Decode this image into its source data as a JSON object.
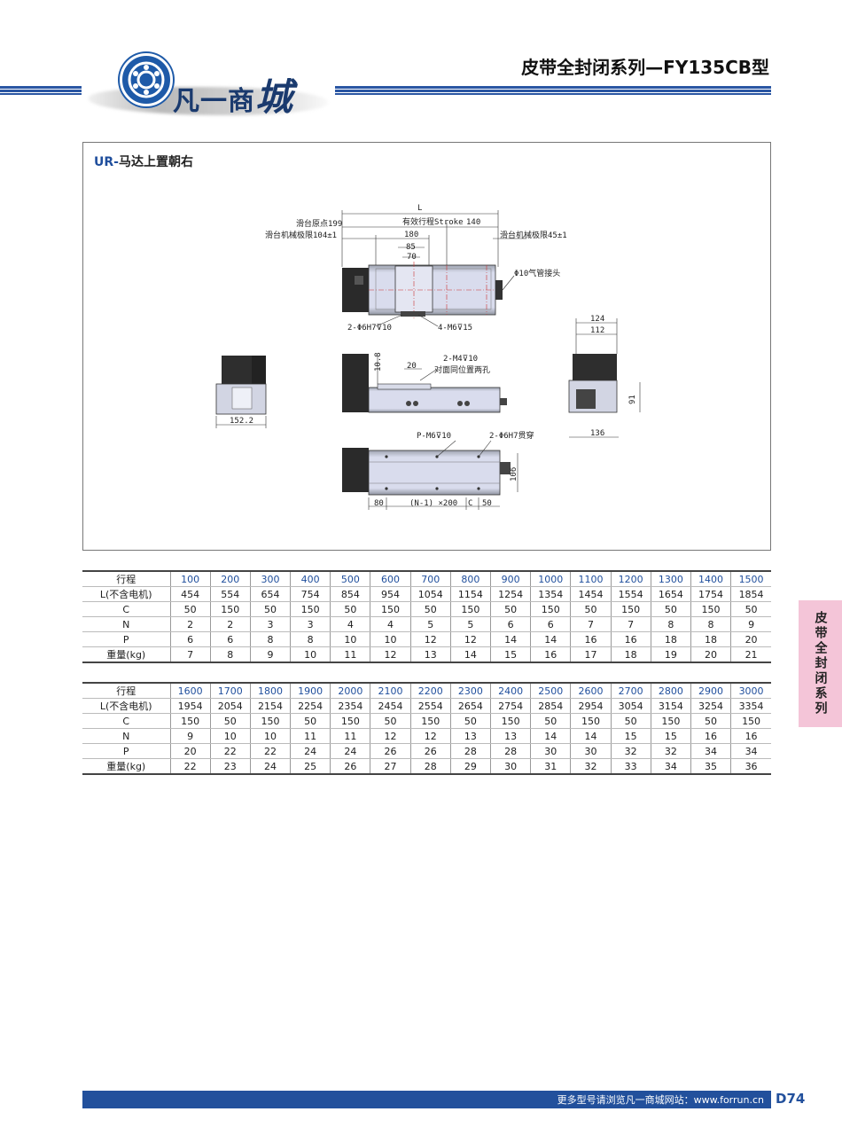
{
  "header": {
    "logo_text_small": "凡一商",
    "logo_text_big": "城",
    "title": "皮带全封闭系列—FY135CB型"
  },
  "panel": {
    "label_prefix": "UR-",
    "label_text": "马达上置朝右",
    "dims": {
      "L": "L",
      "origin": "滑台原点199",
      "stroke": "有效行程Stroke",
      "d140": "140",
      "mech_limit_left": "滑台机械极限104±1",
      "mech_limit_right": "滑台机械极限45±1",
      "d180": "180",
      "d85": "85",
      "d70": "70",
      "air_fitting": "Φ10气管接头",
      "pin_holes": "2-Φ6H7⊽10",
      "m6_holes": "4-M6⊽15",
      "d124": "124",
      "d112": "112",
      "d10_8": "10.8",
      "d20": "20",
      "m4_holes": "2-M4⊽10",
      "m4_note": "对面同位置两孔",
      "d91": "91",
      "d152_2": "152.2",
      "d136": "136",
      "pm6": "P-M6⊽10",
      "pin_through": "2-Φ6H7贯穿",
      "d106": "106",
      "d80": "80",
      "pitch": "(N-1) ×200",
      "c": "C",
      "d50": "50"
    }
  },
  "table1": {
    "rows": [
      {
        "label": "行程",
        "values": [
          "100",
          "200",
          "300",
          "400",
          "500",
          "600",
          "700",
          "800",
          "900",
          "1000",
          "1100",
          "1200",
          "1300",
          "1400",
          "1500"
        ]
      },
      {
        "label": "L(不含电机)",
        "values": [
          "454",
          "554",
          "654",
          "754",
          "854",
          "954",
          "1054",
          "1154",
          "1254",
          "1354",
          "1454",
          "1554",
          "1654",
          "1754",
          "1854"
        ]
      },
      {
        "label": "C",
        "values": [
          "50",
          "150",
          "50",
          "150",
          "50",
          "150",
          "50",
          "150",
          "50",
          "150",
          "50",
          "150",
          "50",
          "150",
          "50"
        ]
      },
      {
        "label": "N",
        "values": [
          "2",
          "2",
          "3",
          "3",
          "4",
          "4",
          "5",
          "5",
          "6",
          "6",
          "7",
          "7",
          "8",
          "8",
          "9"
        ]
      },
      {
        "label": "P",
        "values": [
          "6",
          "6",
          "8",
          "8",
          "10",
          "10",
          "12",
          "12",
          "14",
          "14",
          "16",
          "16",
          "18",
          "18",
          "20"
        ]
      },
      {
        "label": "重量(kg)",
        "values": [
          "7",
          "8",
          "9",
          "10",
          "11",
          "12",
          "13",
          "14",
          "15",
          "16",
          "17",
          "18",
          "19",
          "20",
          "21"
        ]
      }
    ]
  },
  "table2": {
    "rows": [
      {
        "label": "行程",
        "values": [
          "1600",
          "1700",
          "1800",
          "1900",
          "2000",
          "2100",
          "2200",
          "2300",
          "2400",
          "2500",
          "2600",
          "2700",
          "2800",
          "2900",
          "3000"
        ]
      },
      {
        "label": "L(不含电机)",
        "values": [
          "1954",
          "2054",
          "2154",
          "2254",
          "2354",
          "2454",
          "2554",
          "2654",
          "2754",
          "2854",
          "2954",
          "3054",
          "3154",
          "3254",
          "3354"
        ]
      },
      {
        "label": "C",
        "values": [
          "150",
          "50",
          "150",
          "50",
          "150",
          "50",
          "150",
          "50",
          "150",
          "50",
          "150",
          "50",
          "150",
          "50",
          "150"
        ]
      },
      {
        "label": "N",
        "values": [
          "9",
          "10",
          "10",
          "11",
          "11",
          "12",
          "12",
          "13",
          "13",
          "14",
          "14",
          "15",
          "15",
          "16",
          "16"
        ]
      },
      {
        "label": "P",
        "values": [
          "20",
          "22",
          "22",
          "24",
          "24",
          "26",
          "26",
          "28",
          "28",
          "30",
          "30",
          "32",
          "32",
          "34",
          "34"
        ]
      },
      {
        "label": "重量(kg)",
        "values": [
          "22",
          "23",
          "24",
          "25",
          "26",
          "27",
          "28",
          "29",
          "30",
          "31",
          "32",
          "33",
          "34",
          "35",
          "36"
        ]
      }
    ]
  },
  "side_tab": "皮带全封闭系列",
  "footer": {
    "text": "更多型号请浏览凡一商城网站：www.forrun.cn",
    "page": "D74"
  },
  "colors": {
    "brand_blue": "#22509c",
    "side_tab_pink": "#f4c5d8",
    "header_value_blue": "#1f4e9c"
  }
}
